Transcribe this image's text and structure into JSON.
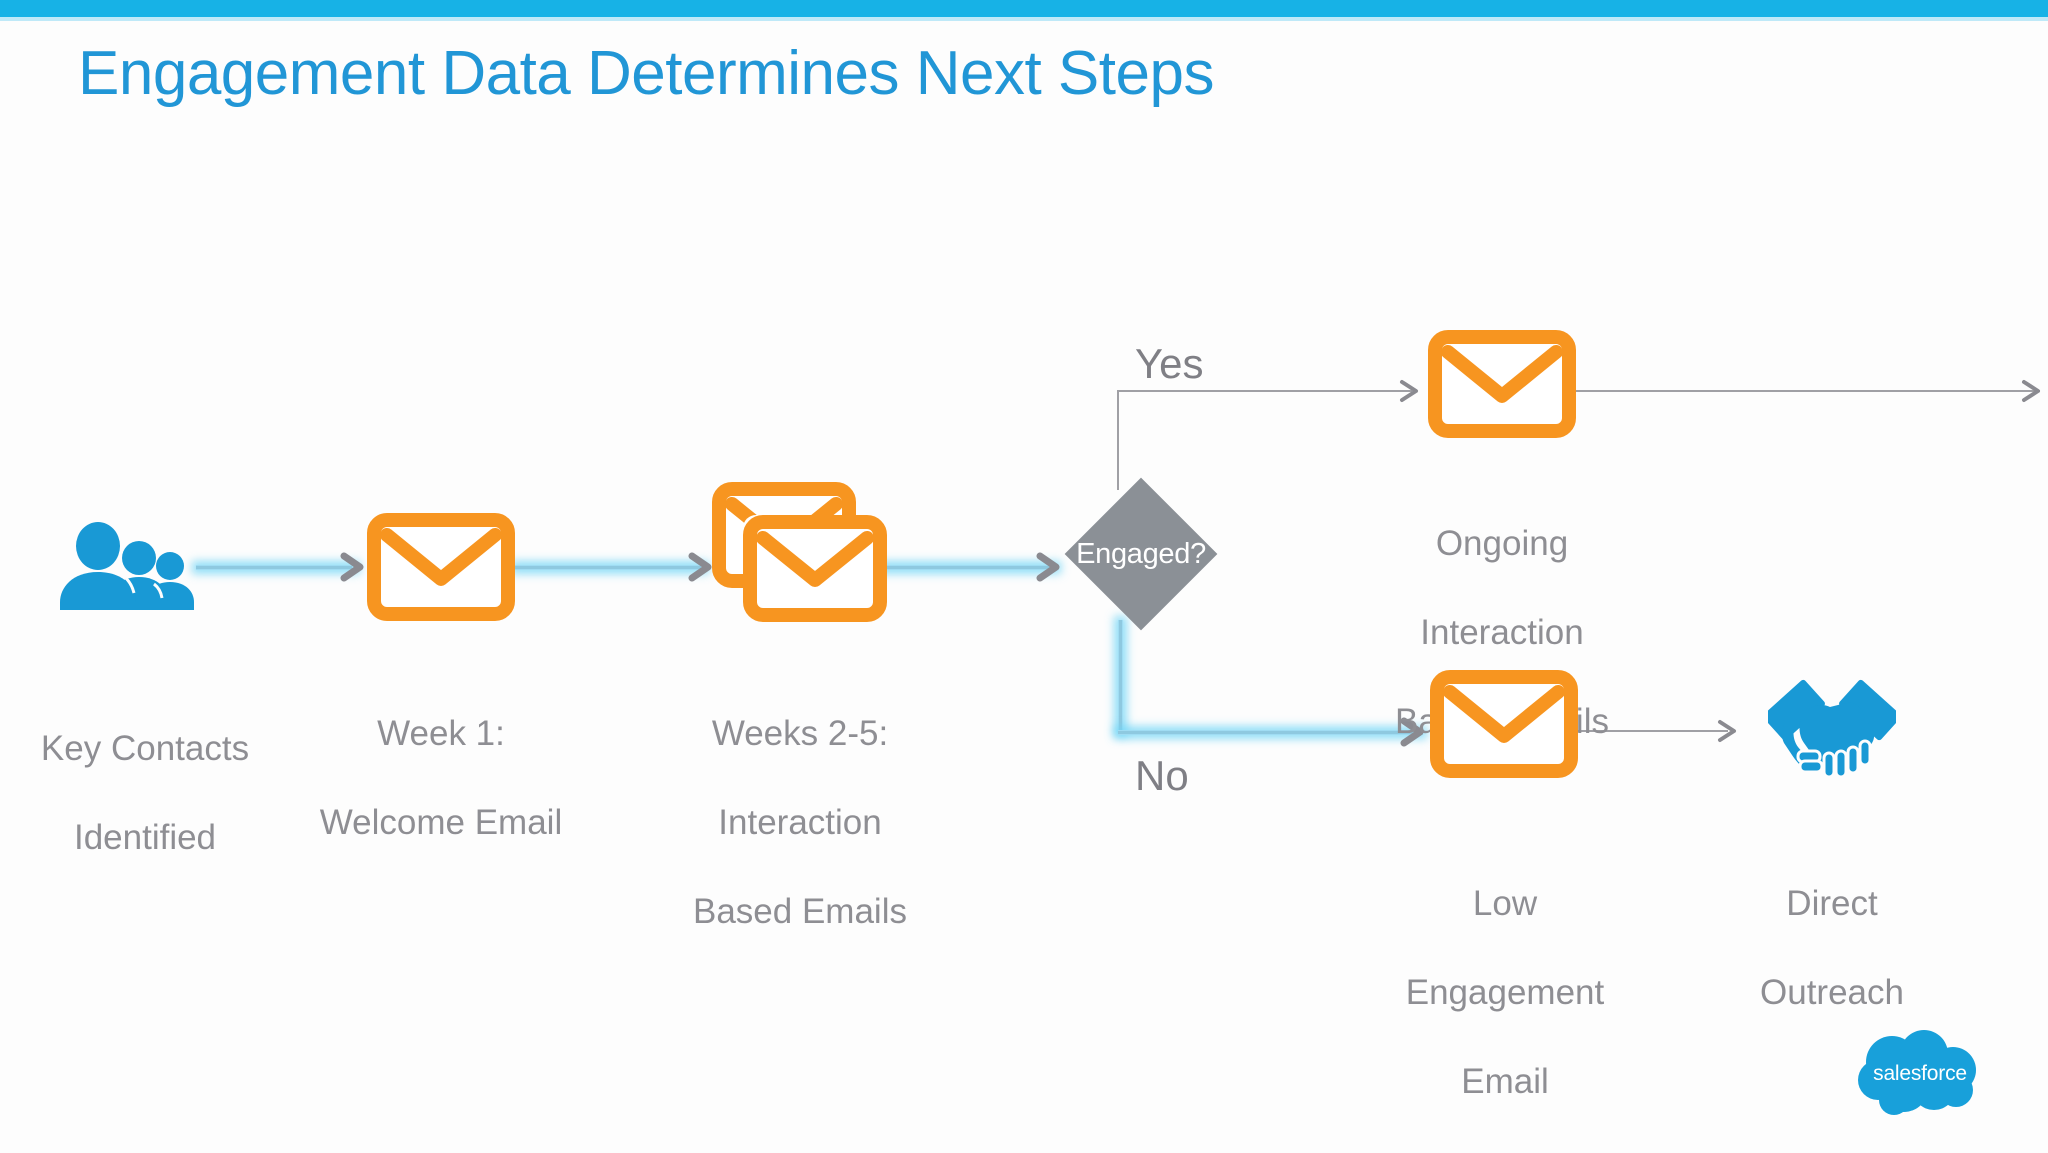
{
  "slide": {
    "title": "Engagement Data Determines Next Steps",
    "accent_color": "#17b2e6",
    "title_color": "#2196d6",
    "caption_color": "#8e8e93",
    "envelope_color": "#f79520",
    "icon_blue": "#1999d5",
    "decision_gray": "#8b9096",
    "connector_cyan": "#9fdcf3",
    "connector_gray": "#a0a0a5",
    "background": "#fdfdfd"
  },
  "flow": {
    "nodes": [
      {
        "id": "key-contacts",
        "icon": "people-group-icon",
        "caption": [
          "Key Contacts",
          "Identified"
        ]
      },
      {
        "id": "welcome-email",
        "icon": "envelope-icon",
        "caption": [
          "Week 1:",
          "Welcome Email"
        ]
      },
      {
        "id": "interaction-emails",
        "icon": "stacked-envelopes-icon",
        "caption": [
          "Weeks 2-5:",
          "Interaction",
          "Based Emails"
        ]
      },
      {
        "id": "engaged-decision",
        "icon": "decision-diamond-icon",
        "label": "Engaged?"
      },
      {
        "id": "ongoing-emails",
        "icon": "envelope-icon",
        "caption": [
          "Ongoing",
          "Interaction",
          "Based Emails"
        ]
      },
      {
        "id": "low-engagement-email",
        "icon": "envelope-icon",
        "caption": [
          "Low",
          "Engagement",
          "Email"
        ]
      },
      {
        "id": "direct-outreach",
        "icon": "handshake-icon",
        "caption": [
          "Direct",
          "Outreach"
        ]
      }
    ],
    "branch_labels": {
      "yes": "Yes",
      "no": "No"
    }
  },
  "logo": {
    "name": "salesforce-logo",
    "wordmark": "salesforce"
  }
}
